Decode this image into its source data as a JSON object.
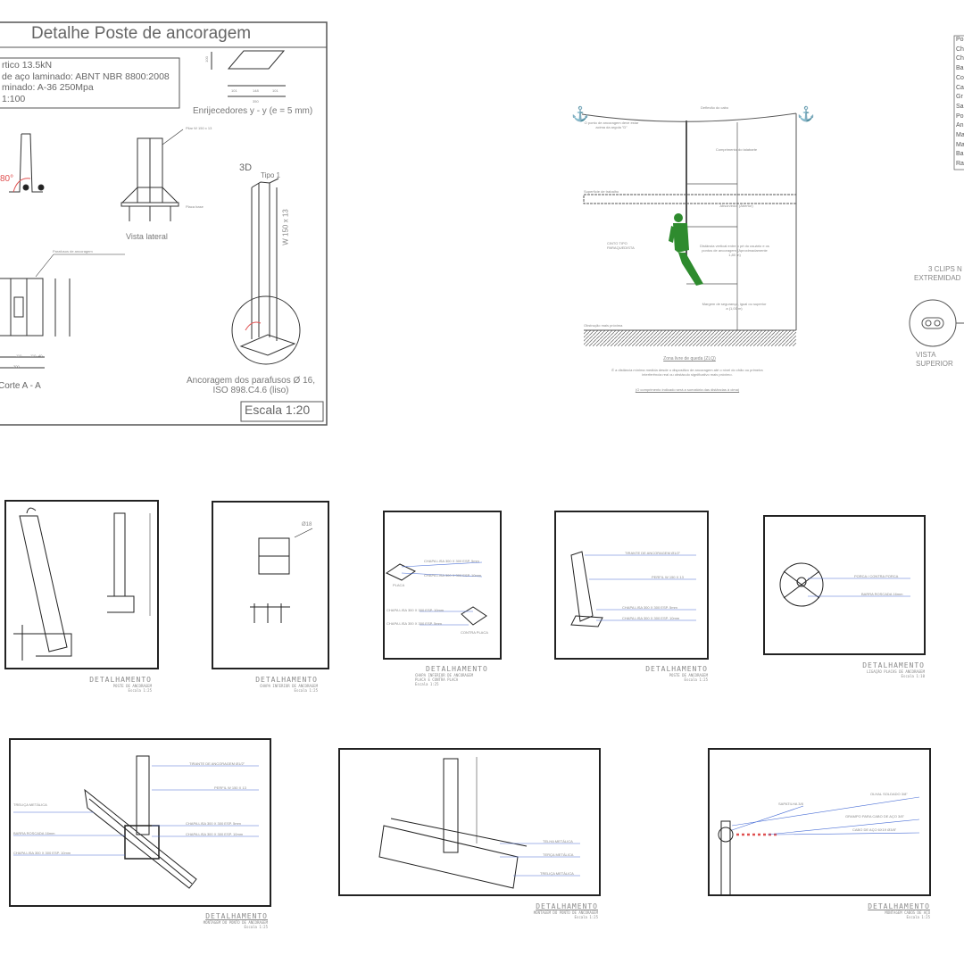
{
  "sheet1": {
    "title": "Detalhe Poste de ancoragem",
    "info_lines": [
      "rtico 13.5kN",
      "de aço laminado: ABNT NBR 8800:2008",
      "minado: A-36 250Mpa",
      "1:100"
    ],
    "stiffener_label": "Enrijecedores y - y (e = 5 mm)",
    "stiffener_dims": [
      "101",
      "148",
      "101",
      "350",
      "100"
    ],
    "angle_label": "80°",
    "pillar_label": "Pilar W 150 x 13",
    "base_label": "Placa base",
    "lateral_view": "Vista lateral",
    "bolts_label": "Parafusos de ancoragem",
    "section_label": "Corte A - A",
    "section_dims": [
      "110",
      "110",
      "40",
      "300"
    ],
    "label_3d": "3D",
    "type_label": "Tipo 1",
    "profile_label": "W 150 x 13",
    "anchor_note": "Ancoragem dos parafusos Ø 16, ISO 898.C4.6 (liso)",
    "scale": "Escala 1:20"
  },
  "sheet2": {
    "labels": {
      "deflection": "Deflexão do cabo",
      "anchor_point": "O ponto de ancoragem deve estar acima da argola \"D\"",
      "lanyard": "Comprimento do talabarte",
      "work_surface": "Superfície de trabalho",
      "absorber": "Absorvedor (Abertor)",
      "harness": "CINTO TIPO PARAQUEDISTA",
      "vertical_distance": "Distância vertical entre o pé do usuário e os pontos de ancoragem (Aproximadamente 1,80 m)",
      "safety_margin": "Margem de segurança, igual ou superior a (1,00 m)",
      "obstruction": "Obstrução mais próxima"
    },
    "zone_title": "Zona livre de queda (ZLQ)",
    "zone_text": "É a distância mínima medida desde o dispositivo de ancoragem até o nível do chão ou primeira interferência real ou obstáculo significativo mais próximo.",
    "zone_note": "(O comprimento indicado será a somatória das distâncias à cima)"
  },
  "sheet3": {
    "table_rows": [
      "Po",
      "Ch",
      "Ch",
      "Ba",
      "Co",
      "Ca",
      "Gr",
      "Sa",
      "Po",
      "An",
      "Ma",
      "Ma",
      "Ba",
      "Ra"
    ],
    "clips_label": "3 CLIPS N",
    "clips_label2": "EXTREMIDAD",
    "top_view": "VISTA",
    "top_view2": "SUPERIOR"
  },
  "details": [
    {
      "title": "DETALHAMENTO",
      "subtitle": "POSTE DE ANCORAGEM",
      "scale": "Escala 1:25"
    },
    {
      "title": "DETALHAMENTO",
      "subtitle": "CHAPA INFERIOR DE ANCORAGEM",
      "scale": "Escala 1:25"
    },
    {
      "title": "DETALHAMENTO",
      "subtitle": "CHAPA INFERIOR DE ANCORAGEM PLACA E CONTRA PLACA",
      "scale": "Escala 1:25"
    },
    {
      "title": "DETALHAMENTO",
      "subtitle": "POSTE DE ANCORAGEM",
      "scale": "Escala 1:25"
    },
    {
      "title": "DETALHAMENTO",
      "subtitle": "LIGAÇÃO PLACAS DE ANCORAGEM",
      "scale": "Escala 1:10"
    },
    {
      "title": "DETALHAMENTO",
      "subtitle": "MONTAGEM DO PONTO DE ANCORAGEM",
      "scale": "Escala 1:25"
    },
    {
      "title": "DETALHAMENTO",
      "subtitle": "MONTAGEM DO PONTO DE ANCORAGEM",
      "scale": "Escala 1:25"
    },
    {
      "title": "DETALHAMENTO",
      "subtitle": "MONTAGEM CABOS DE AÇO",
      "scale": "Escala 1:25"
    }
  ],
  "callouts": {
    "d3": [
      "CHAPA LISA 300 X 300 ESP. 5mm",
      "CHAPA LISA 300 X 300 ESP. 10mm",
      "PLACA",
      "CHAPA LISA 300 X 300 ESP. 10mm",
      "CHAPA LISA 300 X 300 ESP. 5mm",
      "CONTRA PLACA"
    ],
    "d4": [
      "TIRANTE DE ANCORAGEM Ø1/2\"",
      "PERFIL W 150 X 13",
      "CHAPA LISA 300 X 300 ESP. 5mm",
      "CHAPA LISA 300 X 300 ESP. 10mm"
    ],
    "d5": [
      "PORCA / CONTRA PORCA",
      "BARRA ROSCADA 16mm"
    ],
    "d6": [
      "TIRANTE DE ANCORAGEM Ø1/2\"",
      "PERFIL W 150 X 13",
      "TRELIÇA METÁLICA",
      "BARRA ROSCADA 16mm",
      "CHAPA LISA 300 X 300 ESP. 5mm",
      "CHAPA LISA 300 X 300 ESP. 10mm",
      "CHAPA LISA 300 X 300 ESP. 10mm"
    ],
    "d7": [
      "TELHA METÁLICA",
      "TERÇA METÁLICA",
      "TRELIÇA METÁLICA"
    ],
    "d8": [
      "OLHAL SOLDADO 3/8\"",
      "SAPATILHA 3/8",
      "GRAMPO PARA CABO DE AÇO 3/8\"",
      "CABO DE AÇO 6X19 Ø3/8\""
    ],
    "dim_d2": "Ø18"
  },
  "colors": {
    "line": "#222222",
    "accent": "#e05050",
    "figure": "#2e8b2e",
    "callout": "#4a6fd6"
  }
}
